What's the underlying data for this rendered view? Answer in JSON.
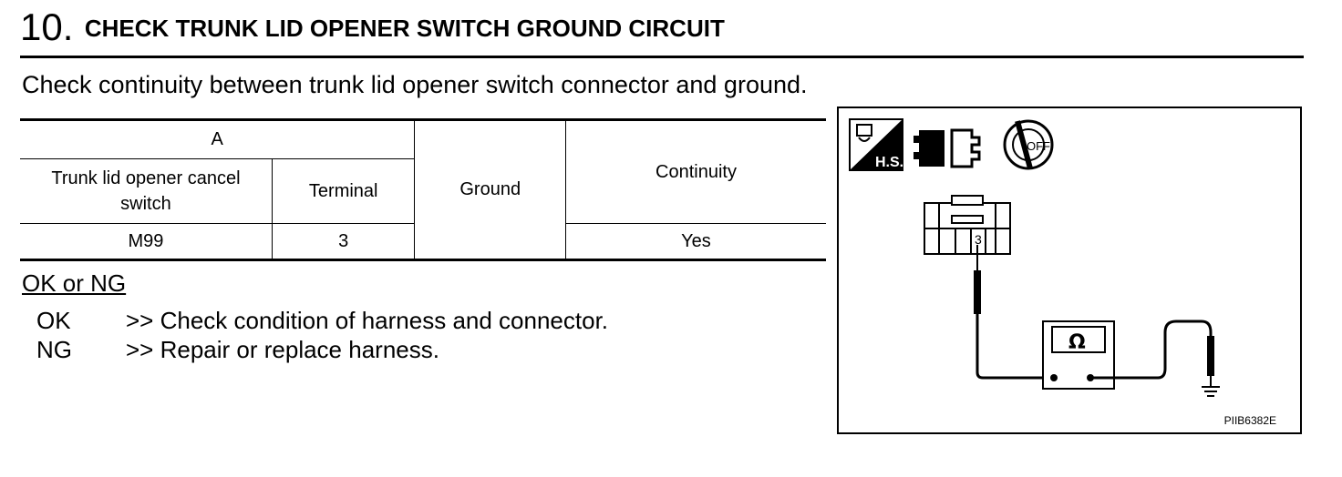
{
  "step": {
    "number": "10.",
    "title": "CHECK TRUNK LID OPENER SWITCH GROUND CIRCUIT"
  },
  "instruction": "Check continuity between trunk lid opener switch connector and ground.",
  "table": {
    "group_header": "A",
    "component_header": "Trunk lid opener cancel switch",
    "terminal_header": "Terminal",
    "ground_header": "Ground",
    "continuity_header": "Continuity",
    "row": {
      "connector": "M99",
      "terminal": "3",
      "continuity": "Yes"
    }
  },
  "results": {
    "heading": "OK or NG",
    "ok": {
      "code": "OK",
      "action": ">> Check condition of harness and connector."
    },
    "ng": {
      "code": "NG",
      "action": ">> Repair or replace harness."
    }
  },
  "figure": {
    "icons": [
      "hs-harness-icon",
      "connector-disconnected-icon",
      "ignition-off-icon"
    ],
    "hs_label": "H.S.",
    "off_label": "OFF",
    "connector_terminal": "3",
    "meter_symbol": "Ω",
    "figure_code": "PIIB6382E"
  }
}
